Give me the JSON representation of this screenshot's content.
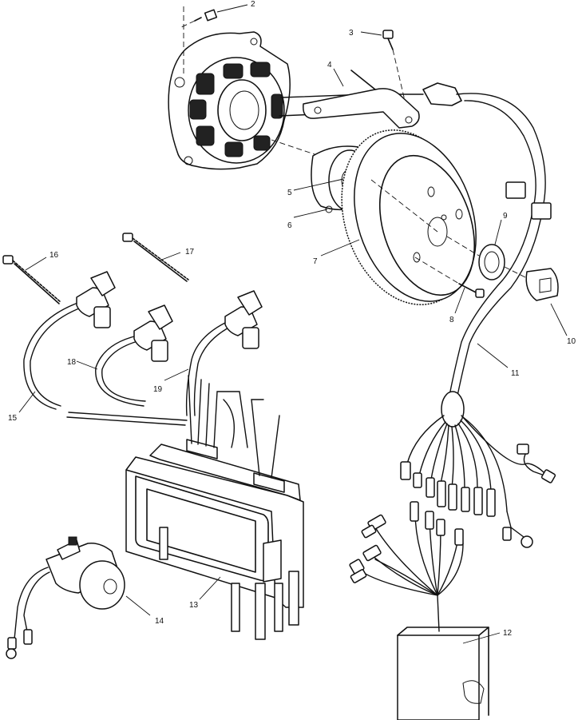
{
  "callouts": {
    "c2": "2",
    "c3": "3",
    "c4": "4",
    "c5": "5",
    "c6": "6",
    "c7": "7",
    "c8": "8",
    "c9": "9",
    "c10": "10",
    "c11": "11",
    "c12": "12",
    "c13": "13",
    "c14": "14",
    "c15": "15",
    "c16": "16",
    "c17": "17",
    "c18": "18",
    "c19": "19"
  }
}
